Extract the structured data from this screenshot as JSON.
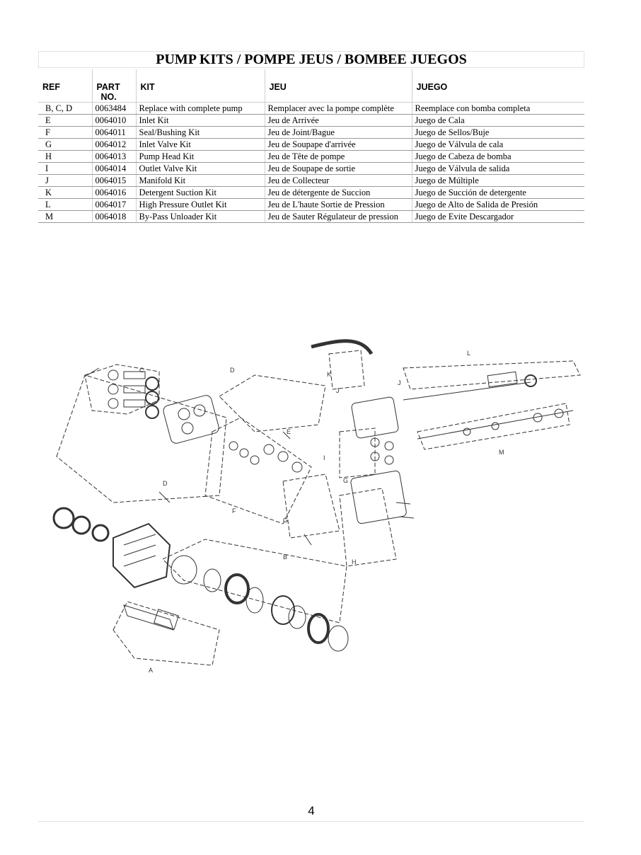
{
  "title": "PUMP KITS / POMPE JEUS / BOMBEE JUEGOS",
  "headers": {
    "ref": "REF",
    "part_line1": "PART",
    "part_line2": "NO.",
    "kit": "KIT",
    "jeu": "JEU",
    "juego": "JUEGO"
  },
  "rows": [
    {
      "ref": "B, C, D",
      "part": "0063484",
      "kit": "Replace with complete pump",
      "jeu": "Remplacer avec la pompe complète",
      "juego": "Reemplace con bomba completa"
    },
    {
      "ref": "E",
      "part": "0064010",
      "kit": "Inlet Kit",
      "jeu": "Jeu de Arrivée",
      "juego": "Juego de Cala"
    },
    {
      "ref": "F",
      "part": "0064011",
      "kit": "Seal/Bushing Kit",
      "jeu": "Jeu de Joint/Bague",
      "juego": "Juego de Sellos/Buje"
    },
    {
      "ref": "G",
      "part": "0064012",
      "kit": "Inlet Valve Kit",
      "jeu": "Jeu de Soupape d'arrivée",
      "juego": "Juego de Válvula de cala"
    },
    {
      "ref": "H",
      "part": "0064013",
      "kit": "Pump Head Kit",
      "jeu": "Jeu de Tête de pompe",
      "juego": "Juego de Cabeza de bomba"
    },
    {
      "ref": "I",
      "part": "0064014",
      "kit": "Outlet Valve Kit",
      "jeu": "Jeu de Soupape de sortie",
      "juego": "Juego de Válvula de salida"
    },
    {
      "ref": "J",
      "part": "0064015",
      "kit": "Manifold Kit",
      "jeu": "Jeu de Collecteur",
      "juego": "Juego de Múltiple"
    },
    {
      "ref": "K",
      "part": "0064016",
      "kit": "Detergent Suction Kit",
      "jeu": "Jeu de détergente de Succion",
      "juego": "Juego de Succión de detergente"
    },
    {
      "ref": "L",
      "part": "0064017",
      "kit": "High Pressure Outlet Kit",
      "jeu": "Jeu de L'haute Sortie de Pression",
      "juego": "Juego de Alto de Salida de Presión"
    },
    {
      "ref": "M",
      "part": "0064018",
      "kit": "By-Pass Unloader Kit",
      "jeu": "Jeu de Sauter Régulateur de pression",
      "juego": "Juego de Evite Descargador"
    }
  ],
  "diagram_labels": {
    "a": "A",
    "b": "B",
    "c": "C",
    "d1": "D",
    "d2": "D",
    "e": "E",
    "f": "F",
    "g1": "G",
    "g2": "G",
    "h": "H",
    "i": "I",
    "j1": "J",
    "j2": "J",
    "k": "K",
    "l": "L",
    "m": "M"
  },
  "page_number": "4"
}
